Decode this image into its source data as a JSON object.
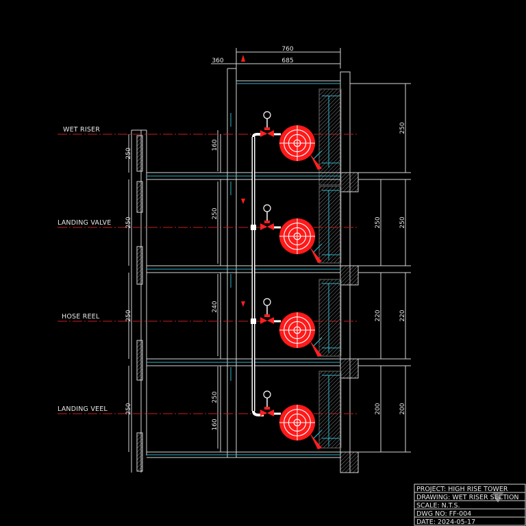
{
  "drawing": {
    "level_labels": [
      "WET RISER",
      "LANDING VALVE",
      "HOSE REEL",
      "LANDING VEEL"
    ],
    "top_dims": {
      "overall": "760",
      "inner": "685",
      "left": "360"
    },
    "left_dims": [
      "250",
      "250",
      "250",
      "250"
    ],
    "inner_dims": [
      "160",
      "250",
      "240",
      "250",
      "160"
    ],
    "right_inner_dims": [
      "250",
      "220",
      "200"
    ],
    "right_outer_dims": [
      "250",
      "250",
      "220",
      "200"
    ]
  },
  "title_block": {
    "project": "PROJECT: HIGH RISE TOWER",
    "drawing": "DRAWING: WET RISER SECTION",
    "scale": "SCALE: N.T.S.",
    "dwg_no": "DWG NO: FF-004",
    "date": "DATE: 2024-05-17"
  },
  "colors": {
    "background": "#000000",
    "line": "#d9d9d9",
    "slab": "#2fb6c8",
    "reel": "#ff2020",
    "centerline": "#c81e1e",
    "hatch": "#8a8a8a"
  }
}
